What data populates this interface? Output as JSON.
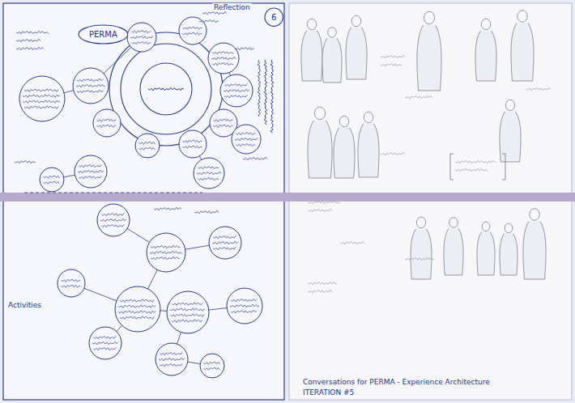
{
  "diagram": {
    "caption": "Conversations for PERMA - Experience Architecture",
    "nodes": [
      {
        "text": [
          "PERMA"
        ]
      },
      {
        "text": [
          "6"
        ]
      }
    ],
    "labels": [
      "Activities",
      "ITERATION #5",
      "Reflection"
    ]
  }
}
